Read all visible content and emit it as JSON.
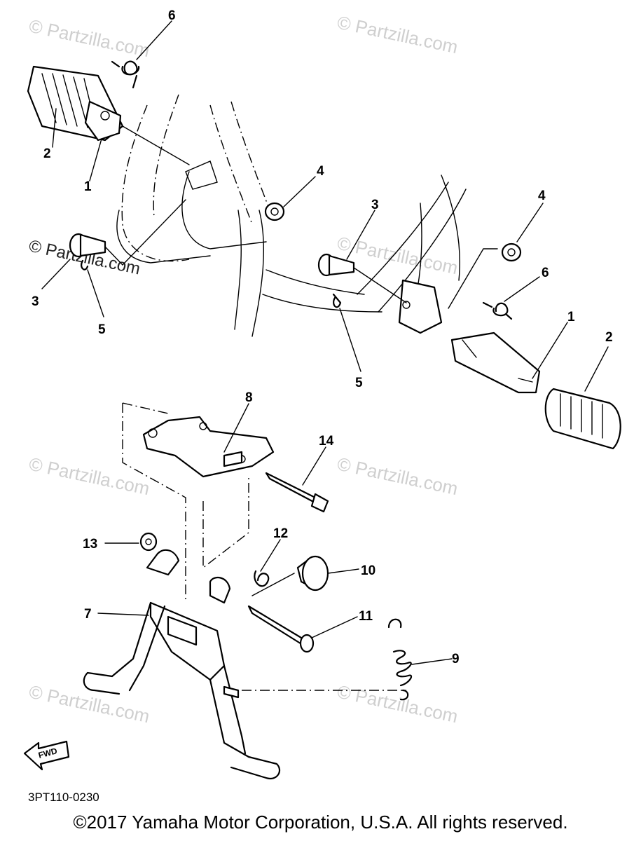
{
  "catalog_code": "3PT110-0230",
  "copyright": "©2017 Yamaha Motor Corporation, U.S.A. All rights reserved.",
  "fwd_label": "FWD",
  "watermark": "© Partzilla.com",
  "callouts": {
    "c1": "1",
    "c2": "2",
    "c3": "3",
    "c4": "4",
    "c5": "5",
    "c6": "6",
    "c1b": "1",
    "c2b": "2",
    "c3b": "3",
    "c4b": "4",
    "c5b": "5",
    "c6b": "6",
    "c7": "7",
    "c8": "8",
    "c9": "9",
    "c10": "10",
    "c11": "11",
    "c12": "12",
    "c13": "13",
    "c14": "14"
  }
}
